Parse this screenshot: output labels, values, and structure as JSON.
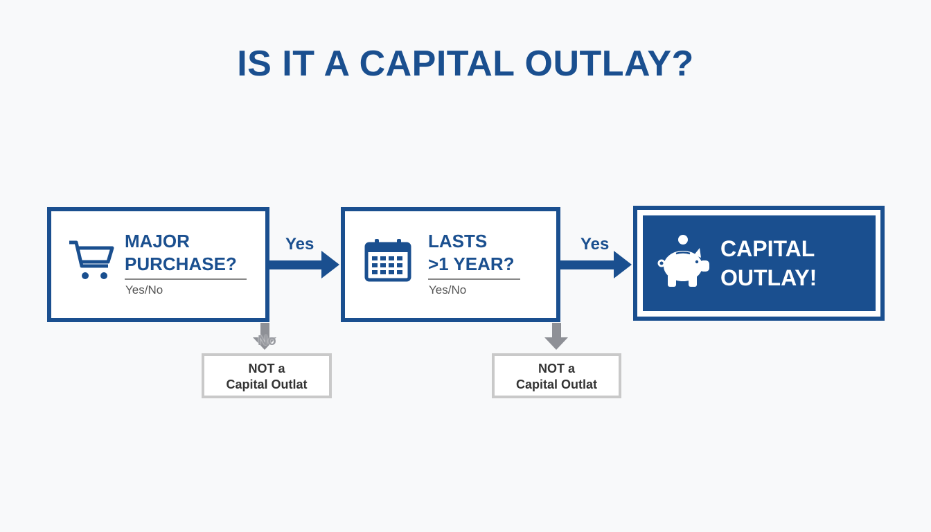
{
  "title": "IS IT A CAPITAL OUTLAY?",
  "colors": {
    "primary": "#1a4f8f",
    "negative_arrow": "#8e9096",
    "negative_border": "#c9c9c9"
  },
  "steps": [
    {
      "icon": "shopping-cart-icon",
      "title_line1": "MAJOR",
      "title_line2": "PURCHASE?",
      "subtitle": "Yes/No",
      "yes_label": "Yes",
      "no_label": "No",
      "no_result_line1": "NOT a",
      "no_result_line2": "Capital Outlat"
    },
    {
      "icon": "calendar-icon",
      "title_line1": "LASTS",
      "title_line2": ">1 YEAR?",
      "subtitle": "Yes/No",
      "yes_label": "Yes",
      "no_result_line1": "NOT a",
      "no_result_line2": "Capital Outlat"
    }
  ],
  "outcome": {
    "icon": "piggy-bank-icon",
    "line1": "CAPITAL",
    "line2": "OUTLAY!"
  }
}
